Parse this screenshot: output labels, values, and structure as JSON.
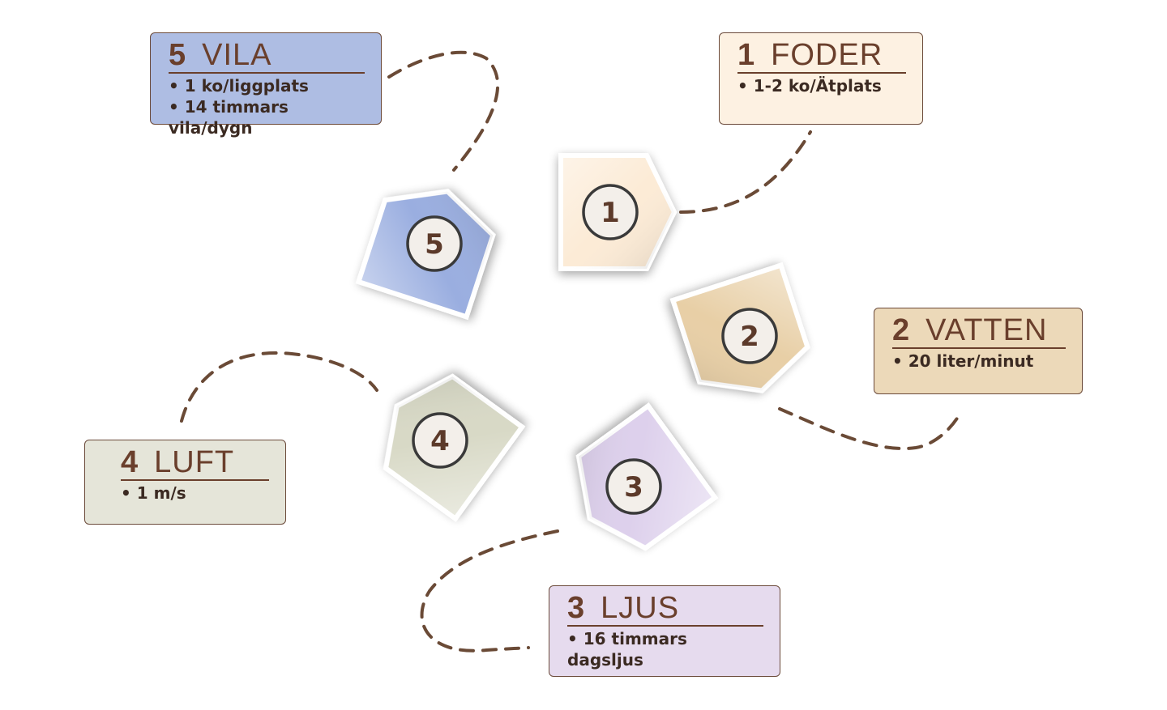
{
  "steps": [
    {
      "num": "1",
      "name": "FODER",
      "bullets": [
        "1-2 ko/Ätplats"
      ],
      "color": "#fdf1e2",
      "marker_color": "#fcebd6"
    },
    {
      "num": "2",
      "name": "VATTEN",
      "bullets": [
        "20 liter/minut"
      ],
      "color": "#ecd9b9",
      "marker_color": "#e8cfa6"
    },
    {
      "num": "3",
      "name": "LJUS",
      "bullets": [
        "16 timmars dagsljus"
      ],
      "color": "#e6dbee",
      "marker_color": "#ddd0ec"
    },
    {
      "num": "4",
      "name": "LUFT",
      "bullets": [
        "1 m/s"
      ],
      "color": "#e5e5d9",
      "marker_color": "#d8d9c6"
    },
    {
      "num": "5",
      "name": "VILA",
      "bullets": [
        "1 ko/liggplats",
        "14 timmars vila/dygn"
      ],
      "color": "#aebde3",
      "marker_color": "#9aaee0"
    }
  ],
  "connector_color": "#6a4a36",
  "text_color": "#6a3f2c"
}
